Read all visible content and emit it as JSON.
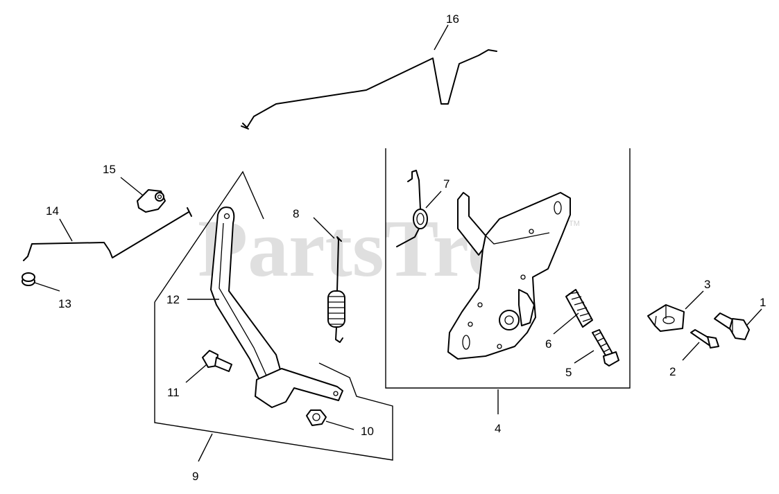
{
  "watermark": {
    "text": "PartsTree",
    "trademark": "TM"
  },
  "callouts": {
    "c1": "1",
    "c2": "2",
    "c3": "3",
    "c4": "4",
    "c5": "5",
    "c6": "6",
    "c7": "7",
    "c8": "8",
    "c9": "9",
    "c10": "10",
    "c11": "11",
    "c12": "12",
    "c13": "13",
    "c14": "14",
    "c15": "15",
    "c16": "16"
  }
}
